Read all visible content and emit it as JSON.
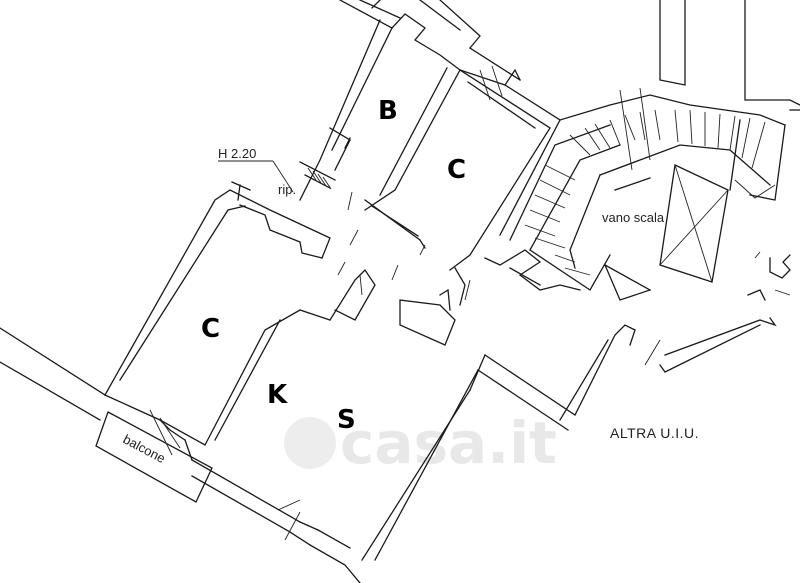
{
  "rooms": {
    "b": "B",
    "c_top": "C",
    "c_left": "C",
    "k": "K",
    "s": "S"
  },
  "notes": {
    "height": "H 2.20",
    "rip": "rip.",
    "vano_scala": "vano scala",
    "balcone": "balcone",
    "altra": "ALTRA U.I.U."
  },
  "watermark": {
    "text": "casa.it"
  }
}
